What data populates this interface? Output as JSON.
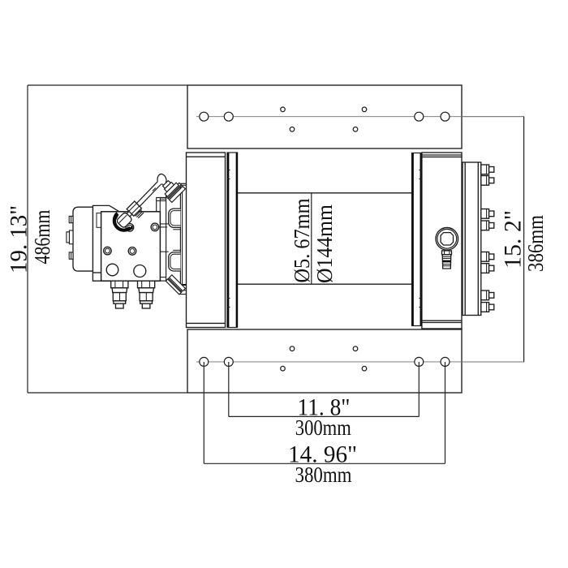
{
  "drawing": {
    "type": "engineering-drawing",
    "subject": "hydraulic winch side elevation with mounting dimensions",
    "background_color": "#ffffff",
    "line_color": "#1c1c1c",
    "centerline_color": "#6f6f6f",
    "dimensions": {
      "overall_height_in": "19. 13\"",
      "overall_height_mm": "486mm",
      "mount_hole_span_in": "15. 2\"",
      "mount_hole_span_mm": "386mm",
      "drum_diameter_in": "Ø5. 67mm",
      "drum_diameter_mm": "Ø144mm",
      "bolt_pattern_inner_in": "11. 8\"",
      "bolt_pattern_inner_mm": "300mm",
      "bolt_pattern_outer_in": "14. 96\"",
      "bolt_pattern_outer_mm": "380mm"
    }
  }
}
